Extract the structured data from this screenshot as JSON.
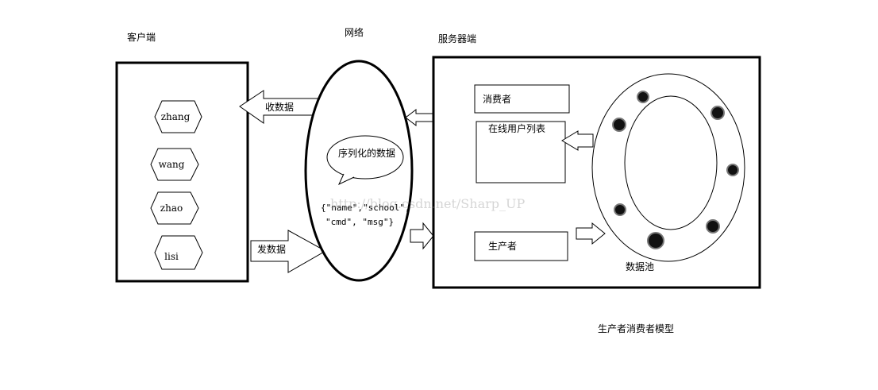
{
  "labels": {
    "client": "客户端",
    "network": "网络",
    "server": "服务器端",
    "receive": "收数据",
    "send": "发数据",
    "serialized": "序列化的数据",
    "json_line1": "{\"name\",\"school\",",
    "json_line2": "\"cmd\", \"msg\"}",
    "consumer": "消费者",
    "online_users": "在线用户列表",
    "producer": "生产者",
    "pool": "数据池",
    "caption": "生产者消费者模型",
    "watermark": "http://blog.csdn.net/Sharp_UP"
  },
  "clients": [
    "zhang",
    "wang",
    "zhao",
    "lisi"
  ]
}
